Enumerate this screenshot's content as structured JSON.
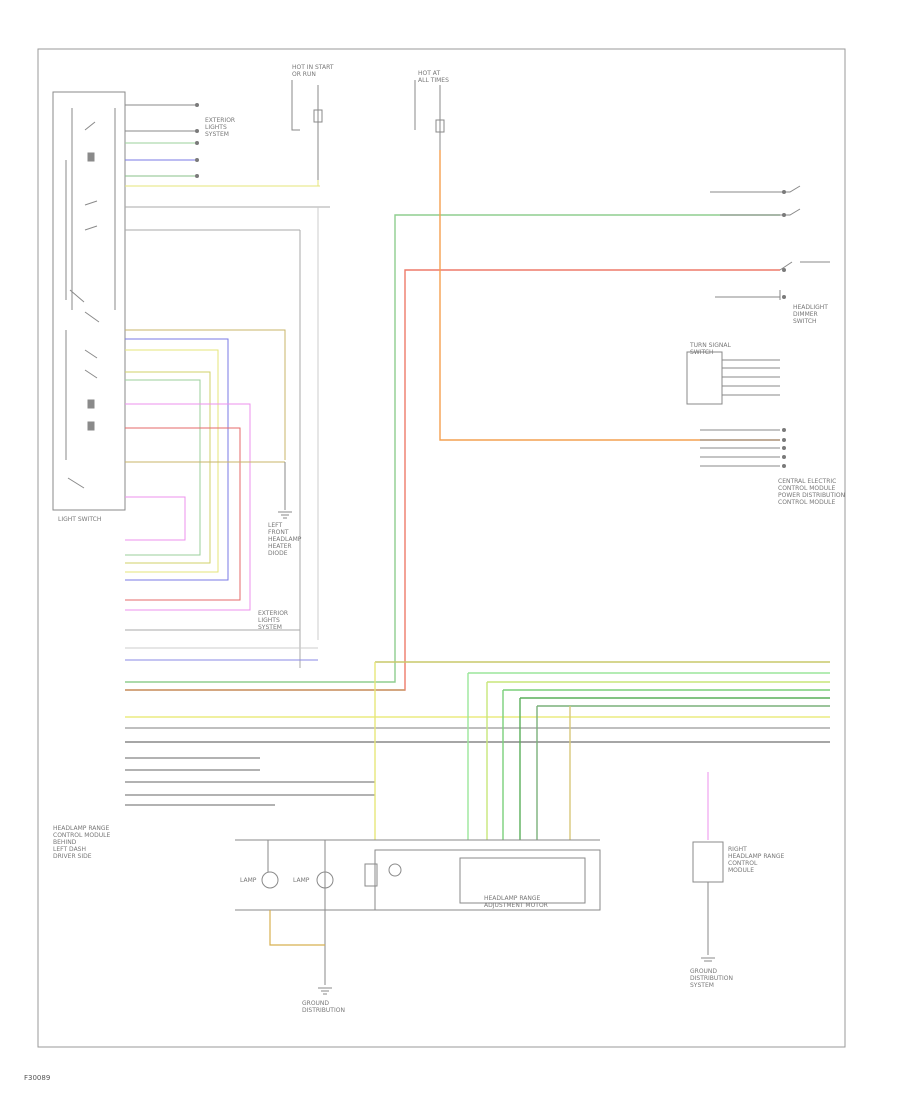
{
  "labels": {
    "light_switch": "LIGHT SWITCH",
    "headlamp_range_control_module": "HEADLAMP RANGE\nCONTROL MODULE\nBEHIND\nLEFT DASH\nDRIVER SIDE",
    "right_headlamp_range_control_module": "RIGHT\nHEADLAMP RANGE\nCONTROL\nMODULE",
    "headlamp_range_adjustment_motor": "HEADLAMP RANGE\nADJUSTMENT MOTOR",
    "fuse_hot_in_start": "HOT IN START\nOR RUN",
    "fuse_hot_at_all_times": "HOT AT\nALL TIMES",
    "left_front_headlamp": "LEFT\nFRONT\nHEADLAMP\nHEATER\nDIODE",
    "central_electric_module": "CENTRAL ELECTRIC\nCONTROL MODULE\nPOWER DISTRIBUTION\nCONTROL MODULE",
    "turn_signal_switch": "TURN SIGNAL\nSWITCH",
    "headlight_dimmer_switch": "HEADLIGHT\nDIMMER\nSWITCH",
    "exterior_lights_top": "EXTERIOR\nLIGHTS\nSYSTEM",
    "exterior_lights_mid": "EXTERIOR\nLIGHTS\nSYSTEM",
    "ground_dist_left": "GROUND\nDISTRIBUTION",
    "ground_dist_right": "GROUND\nDISTRIBUTION\nSYSTEM",
    "lamp1": "LAMP",
    "lamp2": "LAMP",
    "footer_code": "F30089"
  }
}
